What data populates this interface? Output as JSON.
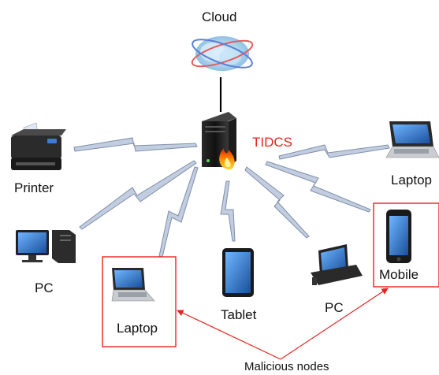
{
  "nodes": {
    "cloud": "Cloud",
    "server": "TIDCS",
    "printer": "Printer",
    "laptop_right": "Laptop",
    "pc_left": "PC",
    "laptop_malicious": "Laptop",
    "tablet": "Tablet",
    "pc_right": "PC",
    "mobile": "Mobile"
  },
  "annotation": "Malicious nodes",
  "colors": {
    "accent": "#e8231f",
    "wireless": "#b8c4d6",
    "wireless_edge": "#7f8ea8"
  }
}
